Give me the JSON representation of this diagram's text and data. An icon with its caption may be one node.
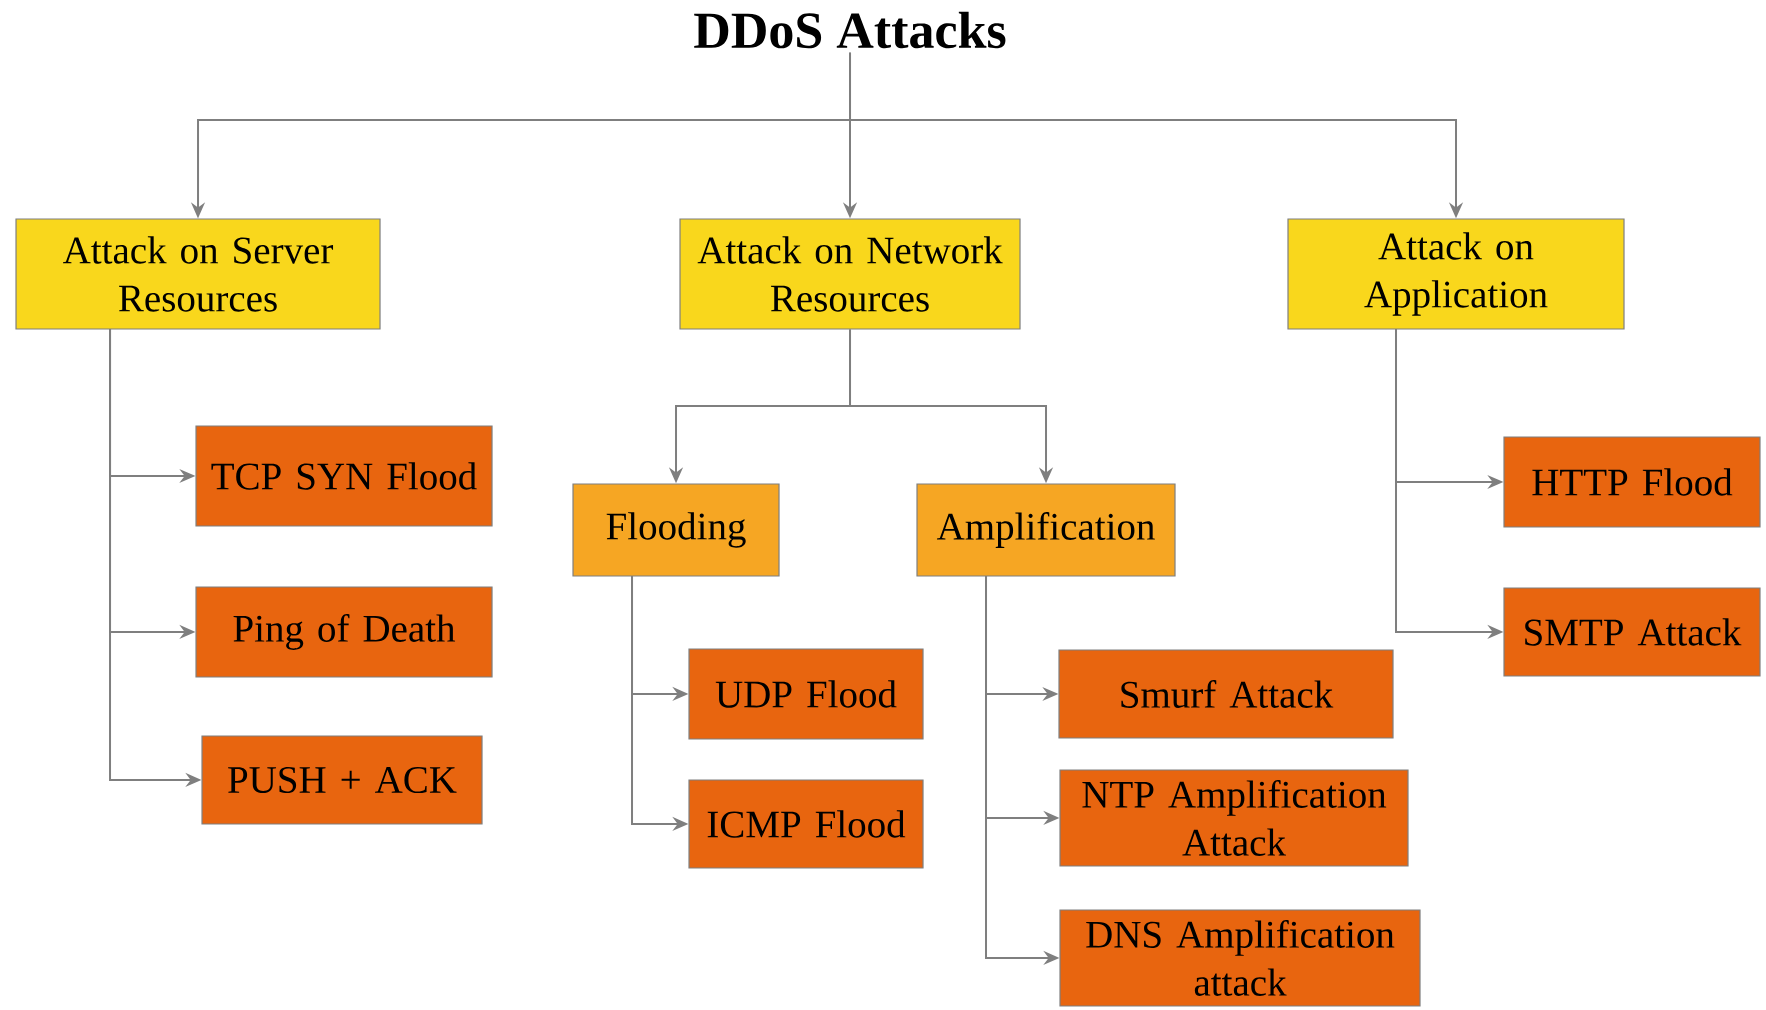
{
  "diagram": {
    "nodes": [
      {
        "text": [
          "DDoS Attacks"
        ]
      },
      {
        "text": [
          "Attack on Server Resources"
        ]
      },
      {
        "text": [
          "Attack on Network Resources"
        ]
      },
      {
        "text": [
          "Attack on Application"
        ]
      },
      {
        "text": [
          "TCP SYN Flood"
        ]
      },
      {
        "text": [
          "Ping of Death"
        ]
      },
      {
        "text": [
          "PUSH + ACK"
        ]
      },
      {
        "text": [
          "Flooding"
        ]
      },
      {
        "text": [
          "Amplification"
        ]
      },
      {
        "text": [
          "UDP Flood"
        ]
      },
      {
        "text": [
          "ICMP Flood"
        ]
      },
      {
        "text": [
          "Smurf Attack"
        ]
      },
      {
        "text": [
          "NTP Amplification Attack"
        ]
      },
      {
        "text": [
          "DNS Amplification attack"
        ]
      },
      {
        "text": [
          "HTTP Flood"
        ]
      },
      {
        "text": [
          "SMTP Attack"
        ]
      }
    ],
    "edges": [
      {
        "from": 0,
        "to": 1,
        "arrow": "to"
      },
      {
        "from": 0,
        "to": 2,
        "arrow": "to"
      },
      {
        "from": 0,
        "to": 3,
        "arrow": "to"
      },
      {
        "from": 1,
        "to": 4,
        "arrow": "to"
      },
      {
        "from": 1,
        "to": 5,
        "arrow": "to"
      },
      {
        "from": 1,
        "to": 6,
        "arrow": "to"
      },
      {
        "from": 2,
        "to": 7,
        "arrow": "to"
      },
      {
        "from": 2,
        "to": 8,
        "arrow": "to"
      },
      {
        "from": 7,
        "to": 9,
        "arrow": "to"
      },
      {
        "from": 7,
        "to": 10,
        "arrow": "to"
      },
      {
        "from": 8,
        "to": 11,
        "arrow": "to"
      },
      {
        "from": 8,
        "to": 12,
        "arrow": "to"
      },
      {
        "from": 8,
        "to": 13,
        "arrow": "to"
      },
      {
        "from": 3,
        "to": 14,
        "arrow": "to"
      },
      {
        "from": 3,
        "to": 15,
        "arrow": "to"
      }
    ]
  }
}
